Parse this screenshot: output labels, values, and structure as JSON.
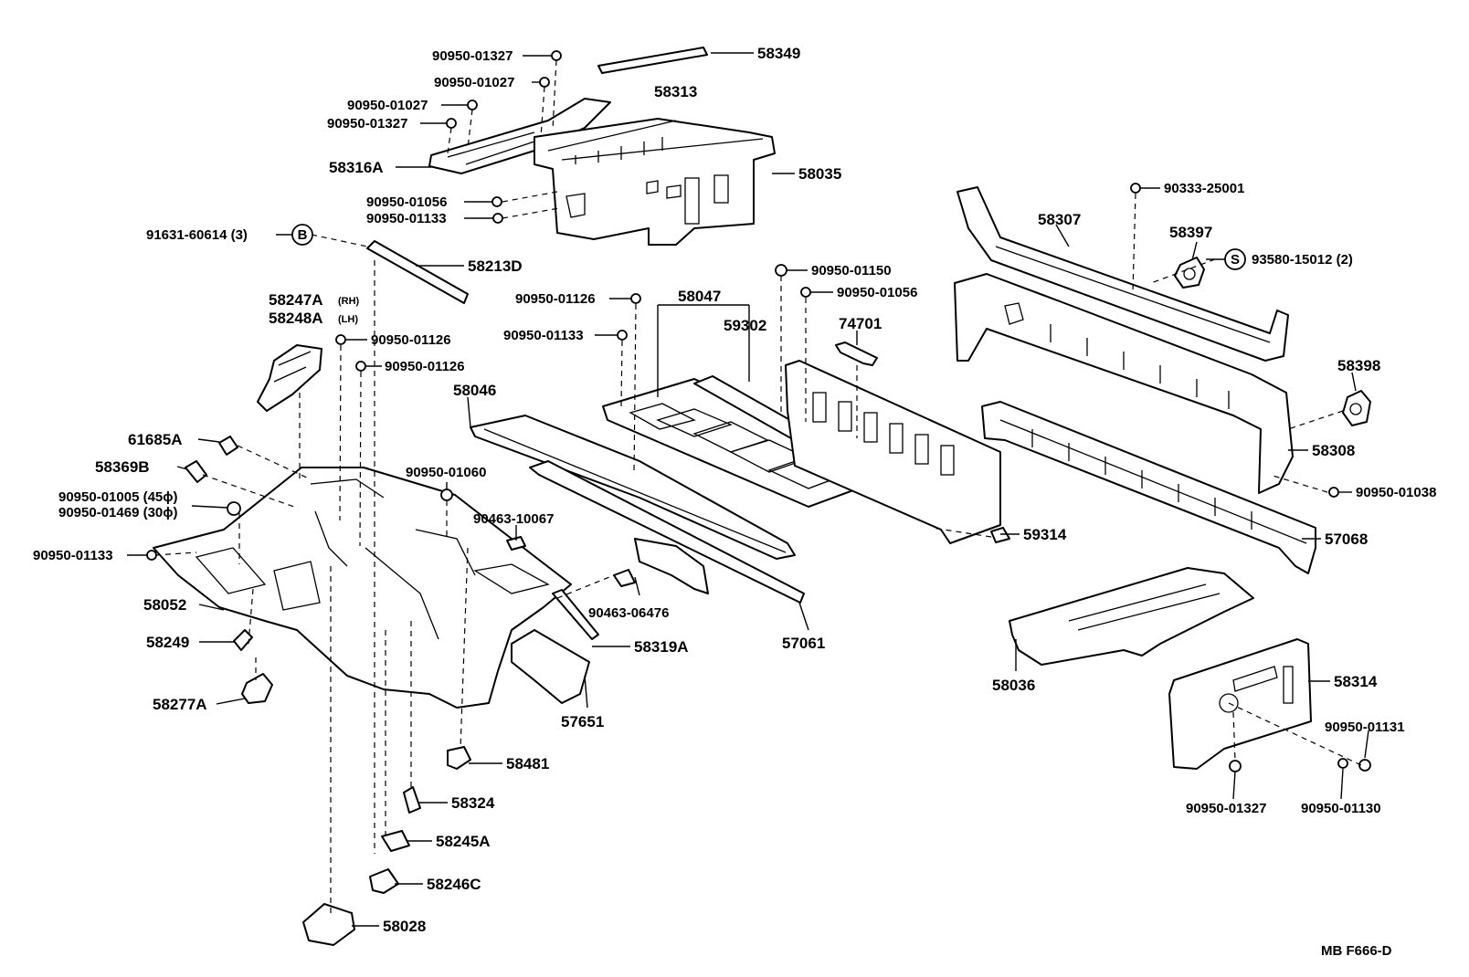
{
  "labels": {
    "p58349": "58349",
    "p90950_01327_a": "90950-01327",
    "p90950_01027_a": "90950-01027",
    "p58313": "58313",
    "p90950_01027_b": "90950-01027",
    "p90950_01327_b": "90950-01327",
    "p58316A": "58316A",
    "p58035": "58035",
    "p90950_01056_a": "90950-01056",
    "p90950_01133_a": "90950-01133",
    "p91631": "91631-60614 (3)",
    "symB": "B",
    "p58213D": "58213D",
    "p58247A": "58247A",
    "rh": "(RH)",
    "p58248A": "58248A",
    "lh": "(LH)",
    "p90950_01126_a": "90950-01126",
    "p90950_01126_b": "90950-01126",
    "p90950_01126_c": "90950-01126",
    "p90950_01133_b": "90950-01133",
    "p58047": "58047",
    "p59302": "59302",
    "p90950_01150": "90950-01150",
    "p90950_01056_b": "90950-01056",
    "p74701": "74701",
    "p90333": "90333-25001",
    "p58307": "58307",
    "p58397": "58397",
    "symS": "S",
    "p93580": "93580-15012 (2)",
    "p58398": "58398",
    "p58308": "58308",
    "p90950_01038": "90950-01038",
    "p57068": "57068",
    "p58046": "58046",
    "p61685A": "61685A",
    "p58369B": "58369B",
    "p90950_01060": "90950-01060",
    "p90950_01005": "90950-01005 (45ϕ)",
    "p90950_01469": "90950-01469 (30ϕ)",
    "p90463_10067": "90463-10067",
    "p90950_01133_c": "90950-01133",
    "p59314": "59314",
    "p58052": "58052",
    "p90463_06476": "90463-06476",
    "p57061": "57061",
    "p58249": "58249",
    "p58319A": "58319A",
    "p58277A": "58277A",
    "p57651": "57651",
    "p58036": "58036",
    "p58314": "58314",
    "p90950_01131": "90950-01131",
    "p58481": "58481",
    "p58324": "58324",
    "p58245A": "58245A",
    "p58246C": "58246C",
    "p58028": "58028",
    "p90950_01327_c": "90950-01327",
    "p90950_01130": "90950-01130",
    "figcode": "MB  F666-D"
  }
}
